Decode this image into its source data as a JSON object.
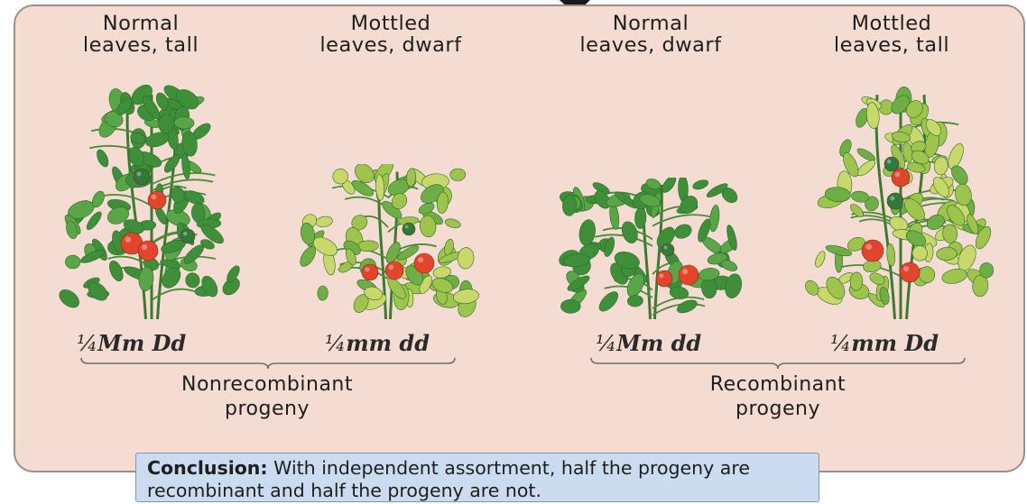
{
  "columns": [
    {
      "label": "Normal\nleaves, tall",
      "fraction": "¼",
      "genotype_bold": "Mm Dd",
      "genotype_rest": ""
    },
    {
      "label": "Mottled\nleaves, dwarf",
      "fraction": "¼",
      "genotype_bold": "mm dd",
      "genotype_rest": ""
    },
    {
      "label": "Normal\nleaves, dwarf",
      "fraction": "¼",
      "genotype_bold": "Mm dd",
      "genotype_rest": ""
    },
    {
      "label": "Mottled\nleaves, tall",
      "fraction": "¼",
      "genotype_bold": "mm Dd",
      "genotype_rest": ""
    }
  ],
  "groups": [
    {
      "label": "Nonrecombinant\nprogeny"
    },
    {
      "label": "Recombinant\nprogeny"
    }
  ],
  "conclusion": {
    "heading": "Conclusion:",
    "text": " With independent assortment, half the progeny are recombinant and half the progeny are not."
  },
  "colors": {
    "panel_bg": "#f4dcd3",
    "leaf_dark": "#3f8f3a",
    "leaf_mottled": "#9ec44d",
    "tomato_red": "#e2452c",
    "tomato_green": "#2f7a3a",
    "conclusion_bg": "#cbdcf0"
  }
}
